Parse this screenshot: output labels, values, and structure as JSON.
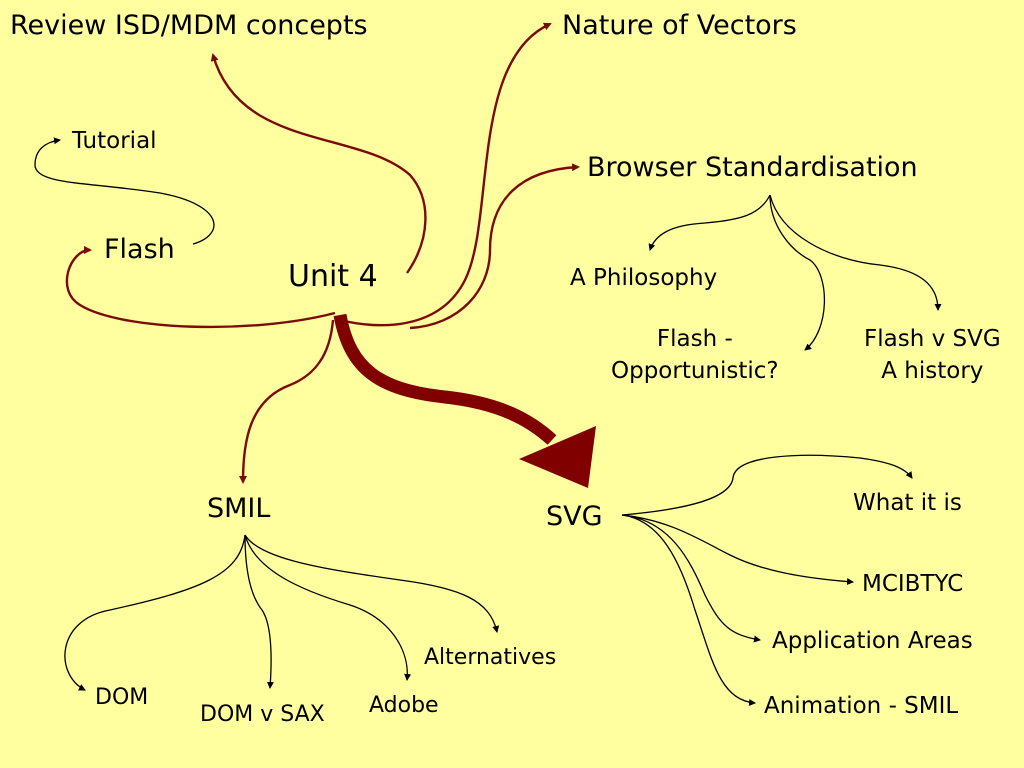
{
  "colors": {
    "background": "#ffffa0",
    "main_branch": "#7b0a0a",
    "sub_branch": "#000000",
    "big_arrow": "#800000"
  },
  "nodes": {
    "center": "Unit 4",
    "review": "Review ISD/MDM concepts",
    "vectors": "Nature of Vectors",
    "browser": "Browser Standardisation",
    "flash": "Flash",
    "tutorial": "Tutorial",
    "philosophy": "A Philosophy",
    "opportunistic": "Flash -\nOpportunistic?",
    "flash_svg": "Flash v SVG\nA history",
    "smil": "SMIL",
    "svg": "SVG",
    "dom": "DOM",
    "dom_sax": "DOM v SAX",
    "adobe": "Adobe",
    "alternatives": "Alternatives",
    "what_it_is": "What it is",
    "mcibtyc": "MCIBTYC",
    "app_areas": "Application Areas",
    "animation": "Animation - SMIL"
  }
}
